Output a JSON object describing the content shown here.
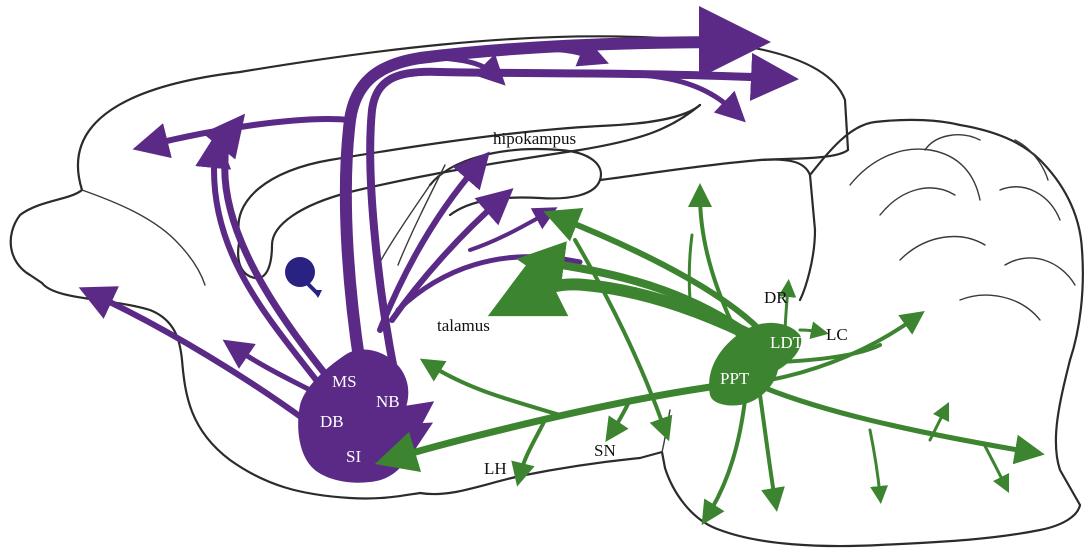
{
  "colors": {
    "basal_forebrain": "#5a2a86",
    "brainstem": "#3d8430",
    "neuron_marker": "#2a2283",
    "outline": "#2b2b2b"
  },
  "labels": {
    "hippocampus": "hipokampus",
    "thalamus": "talamus",
    "ms": "MS",
    "db": "DB",
    "nb": "NB",
    "si": "SI",
    "lh": "LH",
    "sn": "SN",
    "dr": "DR",
    "ldt": "LDT",
    "lc": "LC",
    "ppt": "PPT"
  },
  "icons": {
    "neuron": "neuron-icon"
  }
}
